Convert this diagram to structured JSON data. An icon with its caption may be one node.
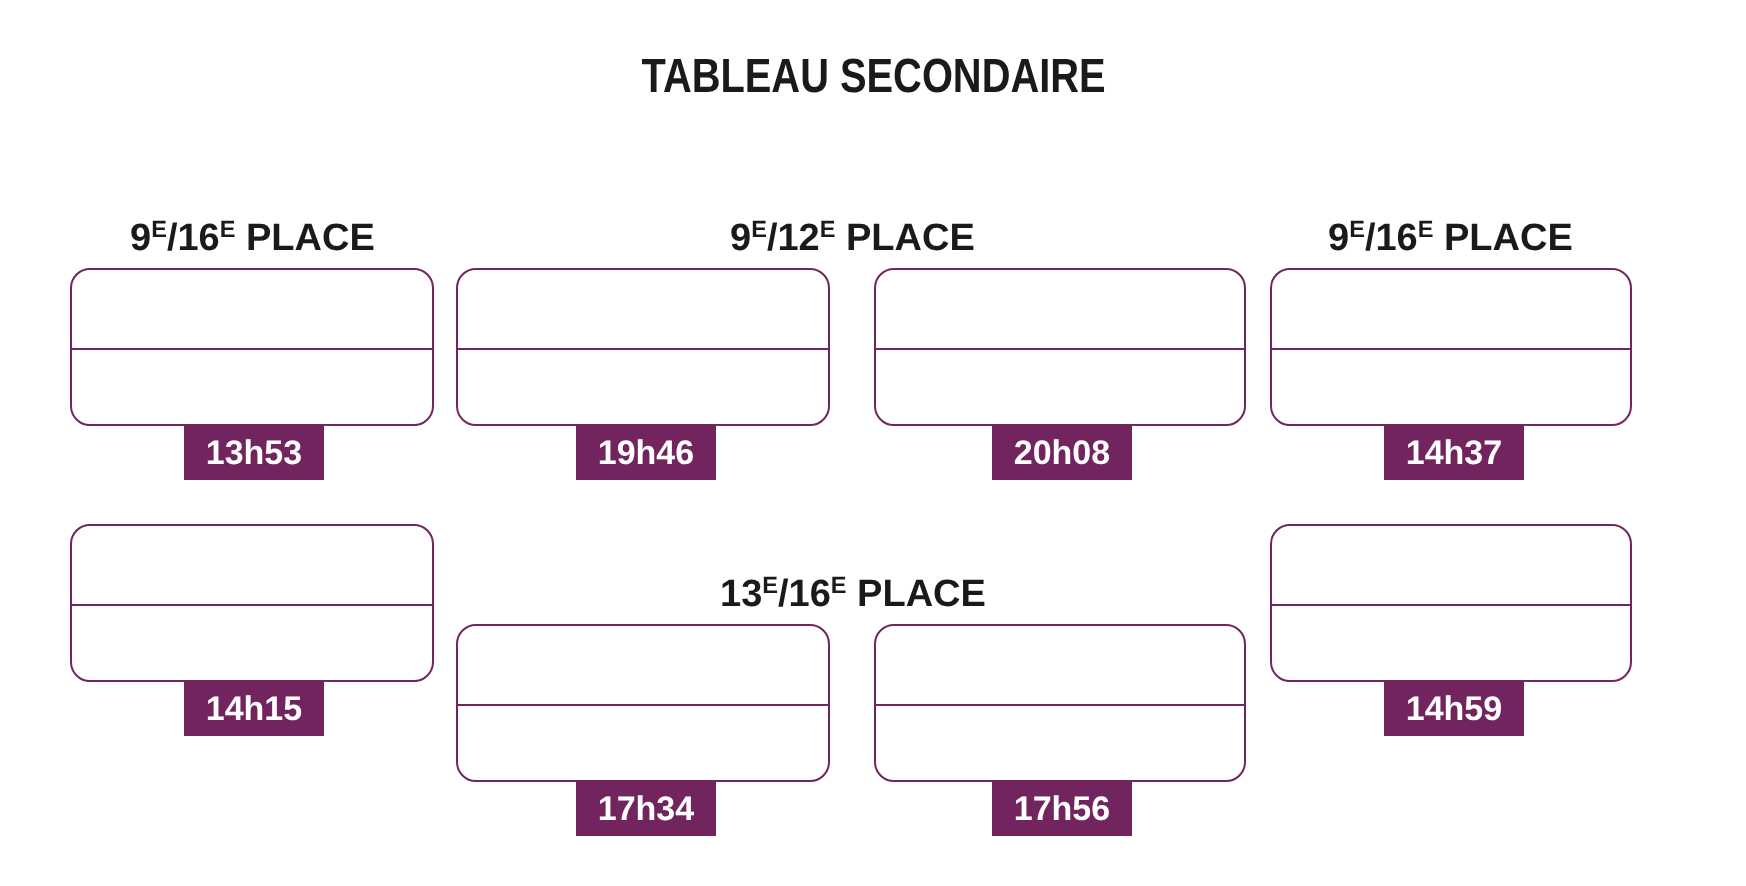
{
  "diagram": {
    "title": "TABLEAU SECONDAIRE",
    "nodes": [
      {
        "text": [],
        "shape": "box",
        "beside": [
          "13h53"
        ]
      },
      {
        "text": [],
        "shape": "box",
        "beside": [
          "19h46"
        ]
      },
      {
        "text": [],
        "shape": "box",
        "beside": [
          "20h08"
        ]
      },
      {
        "text": [],
        "shape": "box",
        "beside": [
          "14h37"
        ]
      },
      {
        "text": [],
        "shape": "box",
        "beside": [
          "14h15"
        ]
      },
      {
        "text": [],
        "shape": "box",
        "beside": [
          "17h34"
        ]
      },
      {
        "text": [],
        "shape": "box",
        "beside": [
          "17h56"
        ]
      },
      {
        "text": [],
        "shape": "box",
        "beside": [
          "14h59"
        ]
      }
    ],
    "labels": [
      "9$^{E}$/16$^{E}$ PLACE",
      "9$^{E}$/12$^{E}$ PLACE",
      "9$^{E}$/16$^{E}$ PLACE",
      "13$^{E}$/16$^{E}$ PLACE"
    ]
  }
}
